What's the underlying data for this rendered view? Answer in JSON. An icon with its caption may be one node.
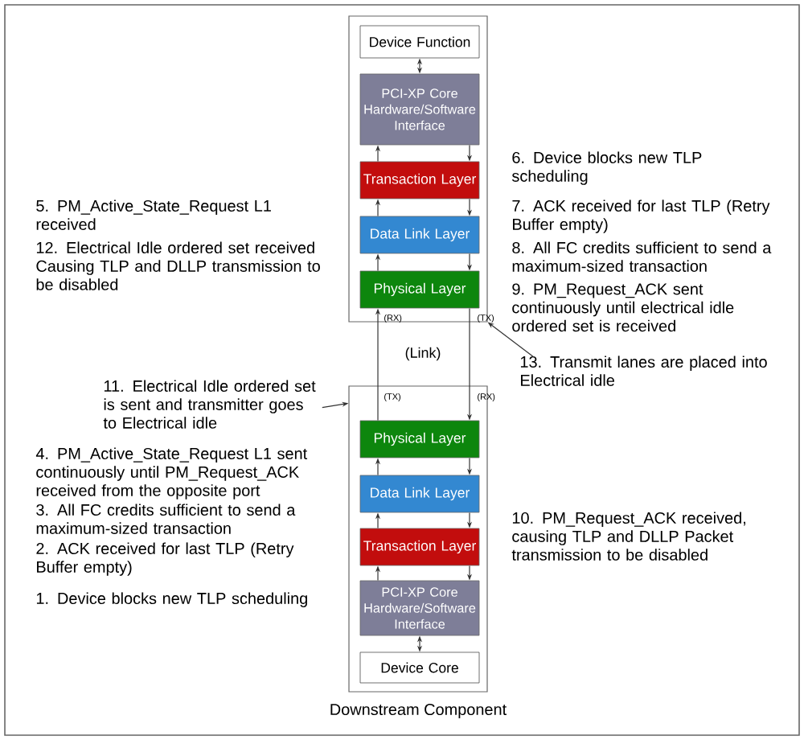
{
  "diagram": {
    "nodes": [
      {
        "text": [],
        "shape": "box"
      },
      {
        "text": [
          "Device Function"
        ],
        "in": 0
      },
      {
        "text": [
          "PCI-XP Core Hardware/Software Interface"
        ],
        "in": 0
      },
      {
        "text": [
          "Transaction Layer"
        ],
        "in": 0
      },
      {
        "text": [
          "Data Link Layer"
        ],
        "in": 0
      },
      {
        "text": [
          "Physical Layer"
        ],
        "in": 0
      },
      {
        "text": [
          "Downstream Component"
        ]
      },
      {
        "text": [
          "Physical Layer"
        ],
        "in": 6
      },
      {
        "text": [
          "Data Link Layer"
        ],
        "in": 6
      },
      {
        "text": [
          "Transaction Layer"
        ],
        "in": 6
      },
      {
        "text": [
          "PCI-XP Core Hardware/Software Interface"
        ],
        "in": 6
      },
      {
        "text": [
          "Device Core"
        ],
        "in": 6
      },
      {
        "text": [
          "11. Electrical Idle ordered set is sent and transmitter goes to Electrical idle"
        ]
      },
      {
        "text": [
          "13. Transmit lanes are placed into Electrical idle"
        ]
      }
    ],
    "edges": [
      {
        "from": 1,
        "to": 2,
        "arrow": "both"
      },
      {
        "from": 3,
        "to": 2,
        "arrow": "to"
      },
      {
        "from": 2,
        "to": 3,
        "arrow": "to"
      },
      {
        "from": 4,
        "to": 3,
        "arrow": "to"
      },
      {
        "from": 3,
        "to": 4,
        "arrow": "to"
      },
      {
        "from": 5,
        "to": 4,
        "arrow": "to"
      },
      {
        "from": 4,
        "to": 5,
        "arrow": "to"
      },
      {
        "from": 7,
        "to": 5,
        "arrow": "to"
      },
      {
        "from": 5,
        "to": 7,
        "arrow": "to"
      },
      {
        "from": 8,
        "to": 7,
        "arrow": "to"
      },
      {
        "from": 7,
        "to": 8,
        "arrow": "to"
      },
      {
        "from": 9,
        "to": 8,
        "arrow": "to"
      },
      {
        "from": 8,
        "to": 9,
        "arrow": "to"
      },
      {
        "from": 10,
        "to": 9,
        "arrow": "to"
      },
      {
        "from": 9,
        "to": 10,
        "arrow": "to"
      },
      {
        "from": 10,
        "to": 11,
        "arrow": "both"
      },
      {
        "from": 12,
        "to": 6,
        "arrow": "to"
      },
      {
        "from": 13,
        "to": 0,
        "arrow": "to"
      }
    ],
    "labels": [
      "6. Device blocks new TLP scheduling",
      "7. ACK received for last TLP (Retry Buffer empty)",
      "5. PM_Active_State_Request L1 received",
      "8. All FC credits sufficient to send a maximum-sized transaction",
      "12. Electrical Idle ordered set received Causing TLP and DLLP transmission to be disabled",
      "9. PM_Request_ACK sent continuously until electrical idle ordered set is received",
      "(RX)",
      "(TX)",
      "(Link)",
      "(TX)",
      "(RX)",
      "4. PM_Active_State_Request L1 sent continuously until PM_Request_ACK received from the opposite port",
      "10. PM_Request_ACK received, causing TLP and DLLP Packet transmission to be disabled",
      "3. All FC credits sufficient to send a maximum-sized transaction",
      "2. ACK received for last TLP (Retry Buffer empty)",
      "1. Device blocks new TLP scheduling"
    ]
  }
}
